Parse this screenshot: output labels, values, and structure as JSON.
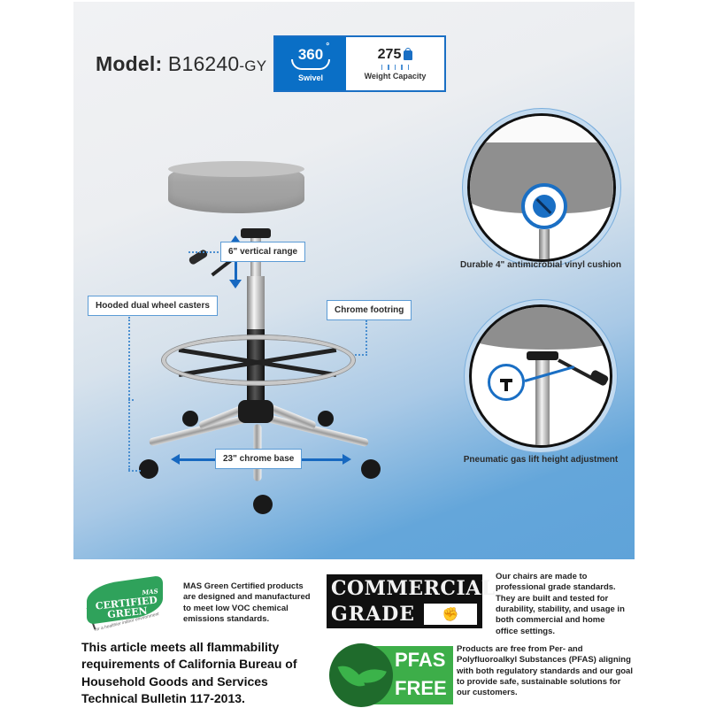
{
  "header": {
    "model_label": "Model:",
    "model_number": "B16240",
    "model_suffix": "-GY"
  },
  "spec_badge": {
    "swivel_value": "360",
    "swivel_degree": "°",
    "swivel_label": "Swivel",
    "weight_value": "275",
    "weight_unit_icon": "lb-weight-icon",
    "weight_label": "Weight Capacity",
    "colors": {
      "primary": "#0a6fc6",
      "border": "#1a6fc4"
    }
  },
  "callouts": {
    "vertical_range": "6\" vertical range",
    "casters": "Hooded dual wheel casters",
    "footring": "Chrome footring",
    "base": "23\" chrome base"
  },
  "details": [
    {
      "caption": "Durable 4\" antimicrobial vinyl cushion",
      "icon": "antimicrobial-icon"
    },
    {
      "caption": "Pneumatic gas lift height adjustment",
      "icon": "gas-lift-icon"
    }
  ],
  "certifications": {
    "mas_logo": {
      "mas": "MAS",
      "line1": "CERTIFIED",
      "line2": "GREEN",
      "tagline": "for a healthier indoor environment"
    },
    "mas_text": "MAS Green Certified products are designed and manufactured to meet low VOC chemical emissions standards.",
    "commercial_logo": {
      "line1": "COMMERCIAL",
      "line2": "GRADE"
    },
    "commercial_text": "Our chairs are made to professional grade standards. They are built and tested for durability, stability, and usage in both commercial and home office settings.",
    "flammability_text": "This article meets all flammability requirements of California Bureau of Household Goods and Services Technical Bulletin 117-2013.",
    "pfas_logo": {
      "line1": "PFAS",
      "line2": "FREE"
    },
    "pfas_text": "Products are free from Per- and Polyfluoroalkyl Substances (PFAS) aligning with both regulatory standards and our goal to provide safe, sustainable solutions for our customers."
  },
  "colors": {
    "accent_blue": "#1768c0",
    "seat_gray": "#a4a4a4",
    "green_cert": "#2fa25b",
    "pfas_dark": "#1f6b2c",
    "pfas_light": "#3dae49"
  }
}
